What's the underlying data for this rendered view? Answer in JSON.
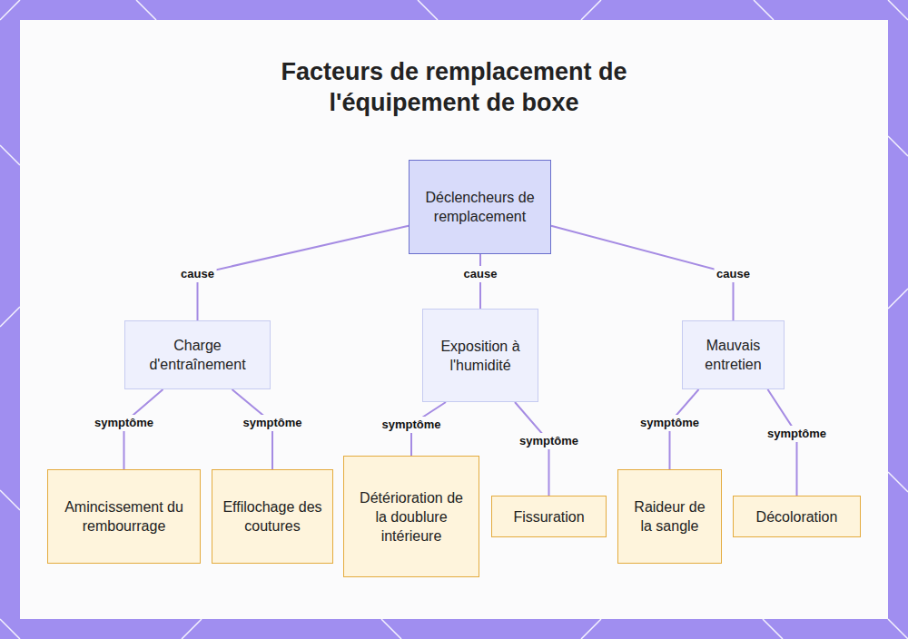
{
  "diagram": {
    "title": "Facteurs de remplacement de l'équipement de boxe",
    "nodes": [
      {
        "text": [
          "Déclencheurs de remplacement"
        ]
      },
      {
        "text": [
          "Charge d'entraînement"
        ]
      },
      {
        "text": [
          "Exposition à l'humidité"
        ]
      },
      {
        "text": [
          "Mauvais entretien"
        ]
      },
      {
        "text": [
          "Amincissement du rembourrage"
        ]
      },
      {
        "text": [
          "Effilochage des coutures"
        ]
      },
      {
        "text": [
          "Détérioration de la doublure intérieure"
        ]
      },
      {
        "text": [
          "Fissuration"
        ]
      },
      {
        "text": [
          "Raideur de la sangle"
        ]
      },
      {
        "text": [
          "Décoloration"
        ]
      }
    ],
    "edges": [
      {
        "from": 0,
        "to": 1,
        "label": "cause",
        "arrow": "none"
      },
      {
        "from": 0,
        "to": 2,
        "label": "cause",
        "arrow": "none"
      },
      {
        "from": 0,
        "to": 3,
        "label": "cause",
        "arrow": "none"
      },
      {
        "from": 1,
        "to": 4,
        "label": "symptôme",
        "arrow": "none"
      },
      {
        "from": 1,
        "to": 5,
        "label": "symptôme",
        "arrow": "none"
      },
      {
        "from": 2,
        "to": 6,
        "label": "symptôme",
        "arrow": "none"
      },
      {
        "from": 2,
        "to": 7,
        "label": "symptôme",
        "arrow": "none"
      },
      {
        "from": 3,
        "to": 8,
        "label": "symptôme",
        "arrow": "none"
      },
      {
        "from": 3,
        "to": 9,
        "label": "symptôme",
        "arrow": "none"
      }
    ]
  }
}
